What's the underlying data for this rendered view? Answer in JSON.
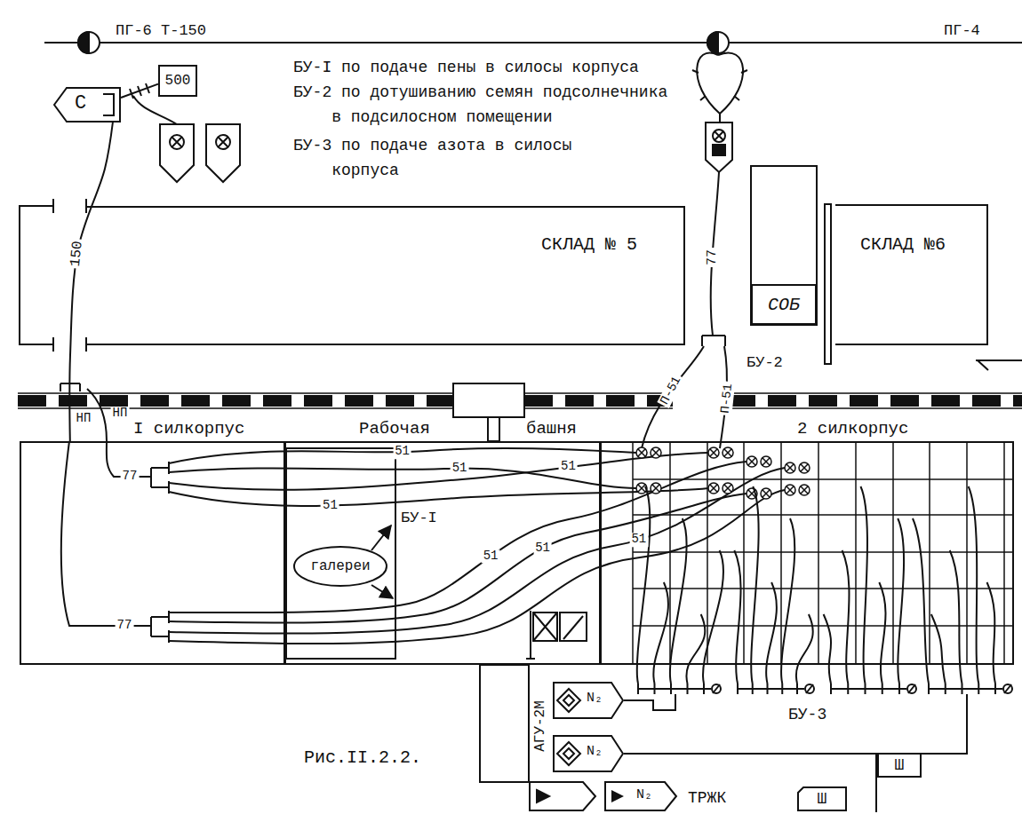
{
  "diagram": {
    "caption": "Рис.II.2.2.",
    "nodes": [
      {
        "text": [
          "С"
        ]
      },
      {
        "text": [
          "500"
        ]
      },
      {
        "text": [
          "СКЛАД № 5"
        ]
      },
      {
        "text": [
          "СОБ"
        ]
      },
      {
        "text": [
          "СКЛАД №6"
        ]
      },
      {
        "text": [
          "I силкорпус"
        ]
      },
      {
        "text": [
          "Рабочая",
          "башня"
        ]
      },
      {
        "text": [
          "галереи"
        ],
        "in": 6
      },
      {
        "text": [
          "2 силкорпус"
        ]
      },
      {
        "text": [
          "N₂"
        ]
      },
      {
        "text": [
          "N₂"
        ]
      },
      {
        "text": [
          "N₂"
        ]
      },
      {
        "text": [
          "Ш"
        ]
      },
      {
        "text": [
          "Ш"
        ]
      }
    ],
    "edges": [
      {
        "from": 0,
        "to": 1,
        "arrow": "none"
      },
      {
        "from": 0,
        "to": 5,
        "label": "150",
        "arrow": "none"
      }
    ],
    "labels": [
      "ПГ-6 Т-150",
      "ПГ-4",
      "БУ-I по подаче пены в силосы корпуса",
      "БУ-2 по дотушиванию семян подсолнечника в подсилосном помещении",
      "БУ-3 по подаче азота в силосы корпуса",
      "77",
      "БУ-2",
      "П-51",
      "П-51",
      "НП",
      "НП",
      "77",
      "77",
      "51",
      "51",
      "51",
      "51",
      "51",
      "51",
      "51",
      "БУ-I",
      "АГУ-2М",
      "БУ-3",
      "ТРЖК"
    ]
  }
}
